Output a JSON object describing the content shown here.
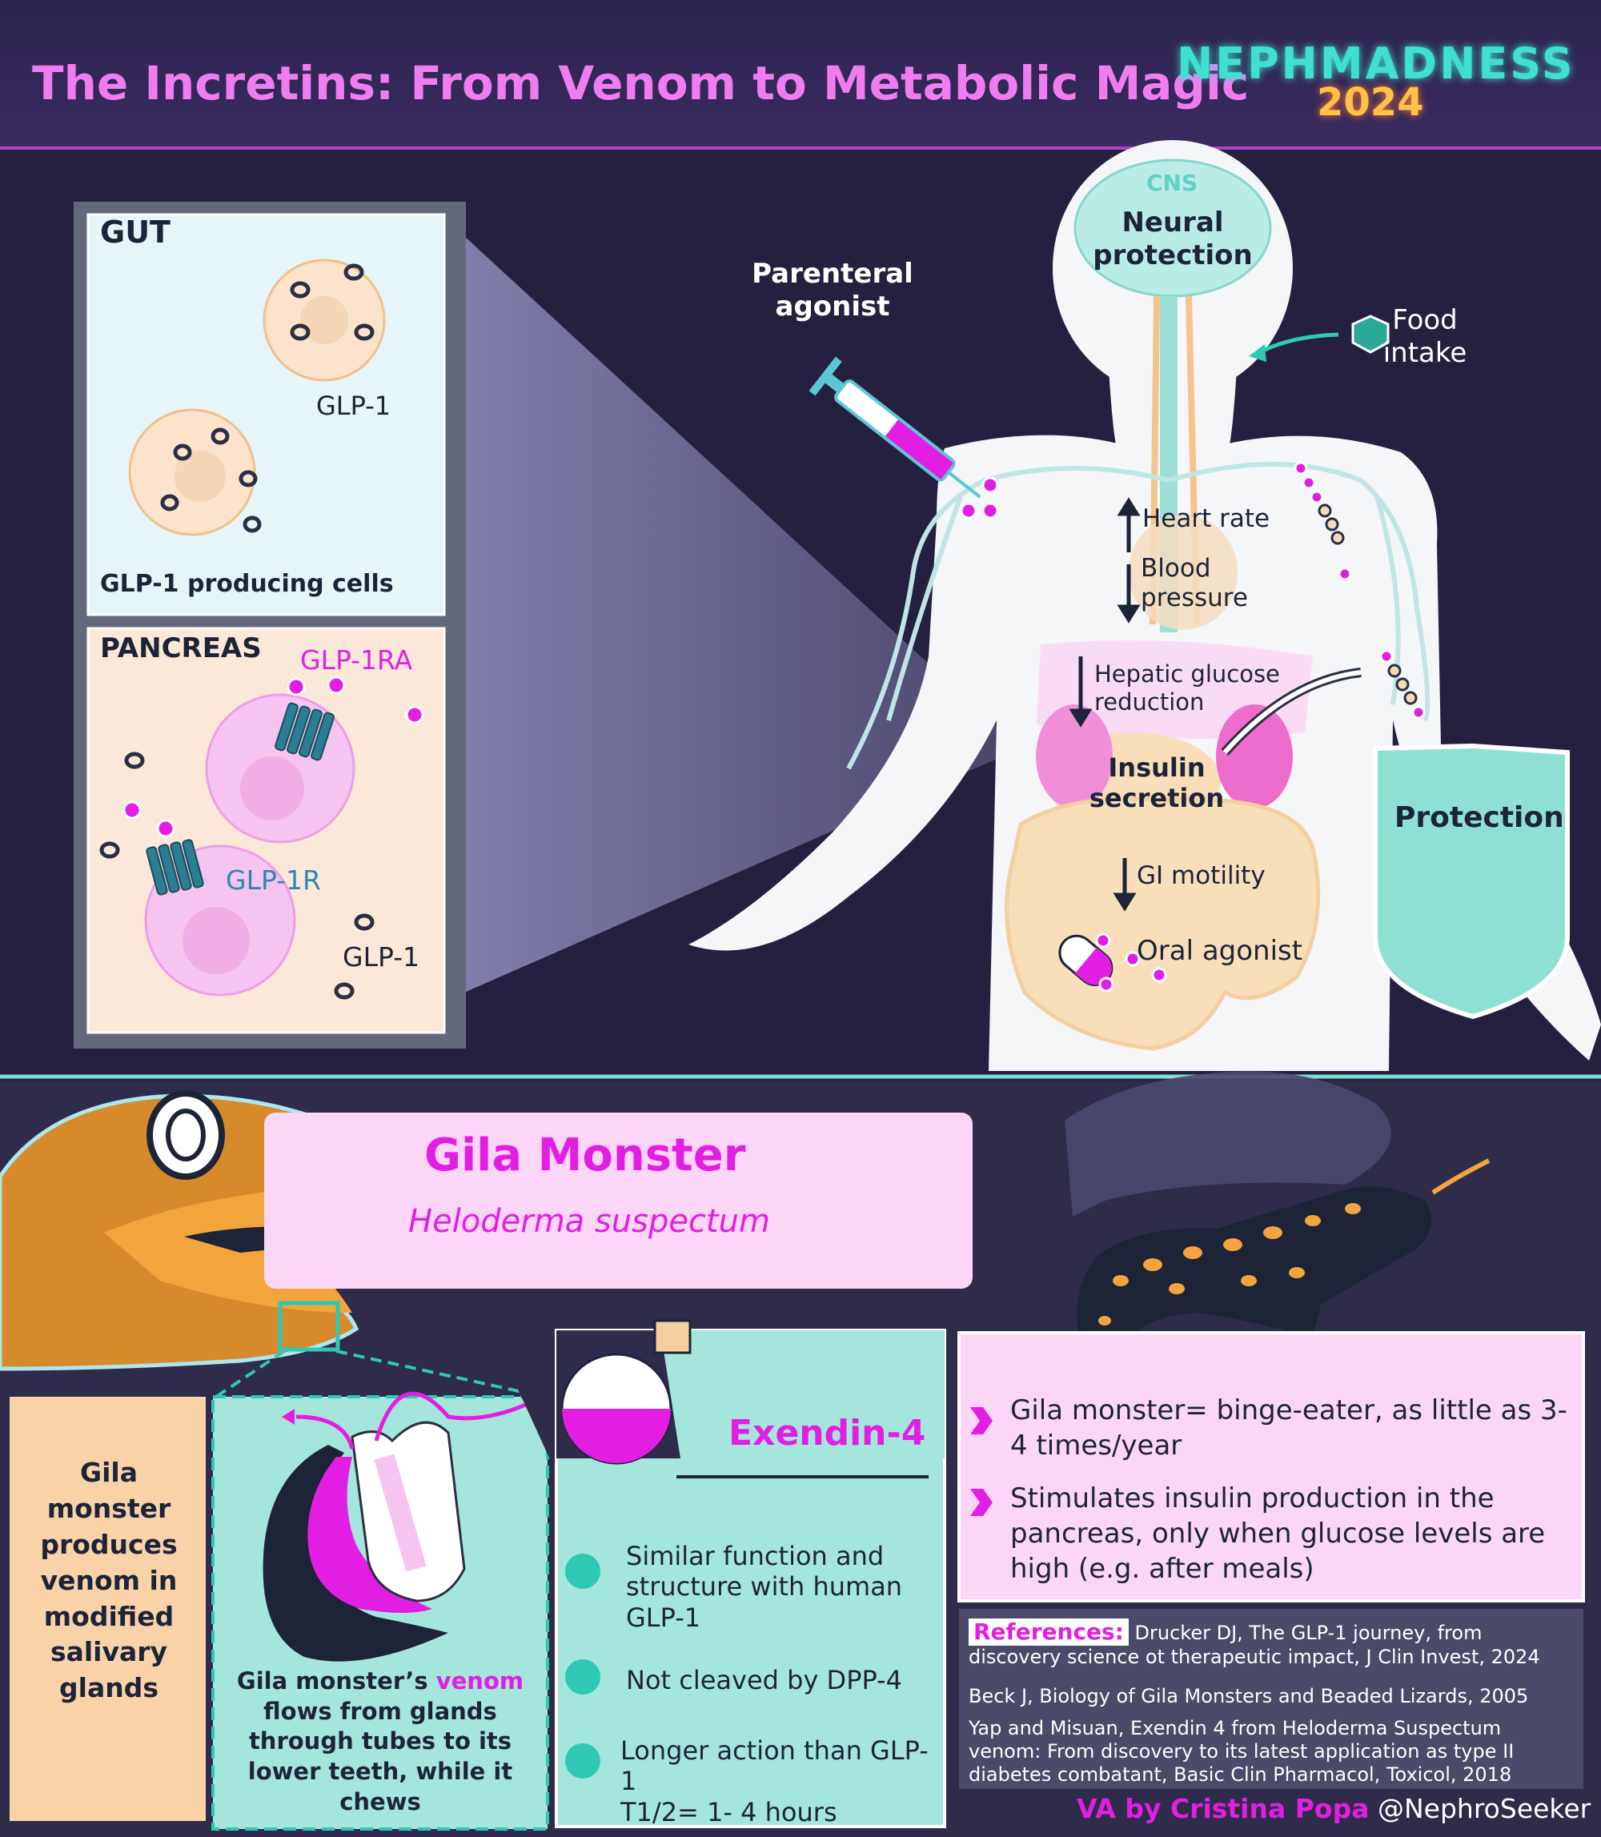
{
  "header": {
    "title": "The Incretins: From Venom to Metabolic Magic",
    "logo_top": "NEPHMADNESS",
    "logo_year": "2024"
  },
  "gut": {
    "heading": "GUT",
    "glp1_label": "GLP-1",
    "cells_caption": "GLP-1 producing cells"
  },
  "pancreas": {
    "heading": "PANCREAS",
    "glp1ra_label": "GLP-1RA",
    "receptor_label": "GLP-1R",
    "glp1_label": "GLP-1"
  },
  "body": {
    "cns": "CNS",
    "neural_1": "Neural",
    "neural_2": "protection",
    "parenteral_1": "Parenteral",
    "parenteral_2": "agonist",
    "food_1": "Food",
    "food_2": "intake",
    "heart_rate": "Heart rate",
    "blood_1": "Blood",
    "blood_2": "pressure",
    "hepatic_1": "Hepatic glucose",
    "hepatic_2": "reduction",
    "insulin_1": "Insulin",
    "insulin_2": "secretion",
    "protection": "Protection",
    "gi_motility": "GI motility",
    "oral_agonist": "Oral agonist"
  },
  "gila": {
    "name": "Gila Monster",
    "species": "Heloderma suspectum",
    "salivary": "Gila monster produces venom in modified salivary glands",
    "venom_pre": "Gila monster’s ",
    "venom_word": "venom",
    "venom_post": " flows from glands through tubes to its lower teeth, while it chews"
  },
  "exendin": {
    "title": "Exendin-4",
    "bullet_1": "Similar function and structure with human GLP-1",
    "bullet_2": "Not cleaved by DPP-4",
    "bullet_3a": "Longer action than GLP-1",
    "bullet_3b": "T1/2= 1- 4 hours"
  },
  "facts": {
    "fact_1": "Gila monster= binge-eater, as little as 3-4 times/year",
    "fact_2": "Stimulates insulin production in the pancreas, only when glucose levels are high (e.g. after meals)"
  },
  "references": {
    "heading": "References:",
    "ref_1": "Drucker DJ, The GLP-1 journey, from discovery science ot therapeutic impact, J Clin Invest, 2024",
    "ref_2": "Beck J, Biology of Gila Monsters and Beaded Lizards, 2005",
    "ref_3": "Yap and Misuan, Exendin 4 from Heloderma Suspectum venom: From discovery to its latest application as type II diabetes combatant, Basic Clin Pharmacol, Toxicol, 2018"
  },
  "credit": {
    "author": "VA by Cristina Popa",
    "handle": "@NephroSeeker"
  },
  "colors": {
    "magenta": "#e31ee3",
    "teal": "#2ec8b3",
    "navy": "#25203f",
    "title_pink": "#f07df0"
  }
}
